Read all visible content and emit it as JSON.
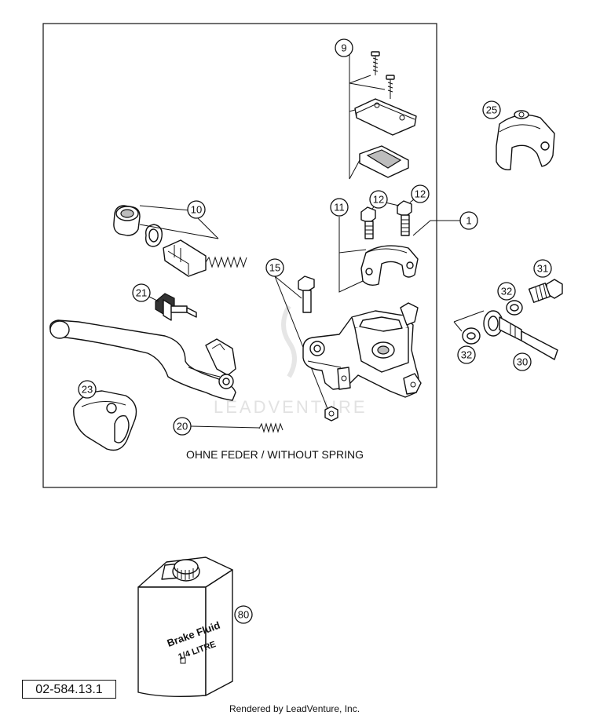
{
  "diagram": {
    "caption": "OHNE FEDER / WITHOUT SPRING",
    "reference_number": "02-584.13.1",
    "credit": "Rendered by LeadVenture, Inc.",
    "watermark": "LEADVENTURE",
    "bottle_label": {
      "line1": "Brake Fluid",
      "line2": "1/4 LITRE"
    },
    "callouts": [
      "1",
      "9",
      "10",
      "11",
      "12",
      "12",
      "15",
      "20",
      "21",
      "23",
      "25",
      "30",
      "31",
      "32",
      "32",
      "80"
    ]
  }
}
